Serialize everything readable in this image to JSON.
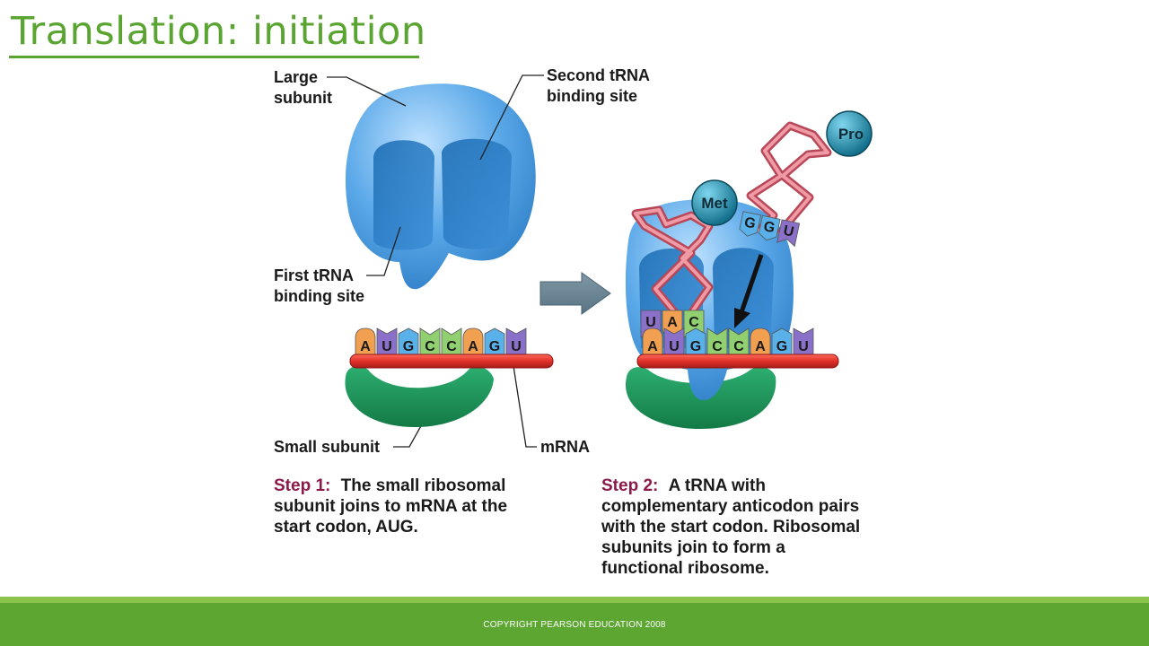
{
  "slide": {
    "title": "Translation: initiation",
    "footer": "COPYRIGHT PEARSON EDUCATION 2008"
  },
  "colors": {
    "title_green": "#5aa532",
    "footer_green": "#5ea632",
    "large_subunit_blue": "#5aa8e8",
    "small_subunit_green": "#1f9a5e",
    "mrna_red": "#e0302a",
    "trna_pink": "#e07080",
    "amino_teal": "#1e8fb0",
    "step_heading": "#8a1a4a",
    "base_A": "#f0a050",
    "base_U": "#8a70c8",
    "base_G": "#5ab0e8",
    "base_C": "#90d070"
  },
  "labels": {
    "large_subunit": [
      "Large",
      "subunit"
    ],
    "second_site": [
      "Second tRNA",
      "binding site"
    ],
    "first_site": [
      "First tRNA",
      "binding site"
    ],
    "small_subunit": "Small subunit",
    "mrna": "mRNA"
  },
  "mrna_sequence": [
    "A",
    "U",
    "G",
    "C",
    "C",
    "A",
    "G",
    "U"
  ],
  "trna_1": {
    "anticodon": [
      "U",
      "A",
      "C"
    ],
    "amino_acid": "Met"
  },
  "trna_2": {
    "anticodon": [
      "G",
      "G",
      "U"
    ],
    "amino_acid": "Pro"
  },
  "steps": [
    {
      "heading": "Step 1:",
      "lines": [
        "The small ribosomal",
        "subunit joins to mRNA at the",
        "start codon, AUG."
      ]
    },
    {
      "heading": "Step 2:",
      "lines": [
        "A tRNA with",
        "complementary anticodon pairs",
        "with the start codon. Ribosomal",
        "subunits join to form a",
        "functional ribosome."
      ]
    }
  ]
}
